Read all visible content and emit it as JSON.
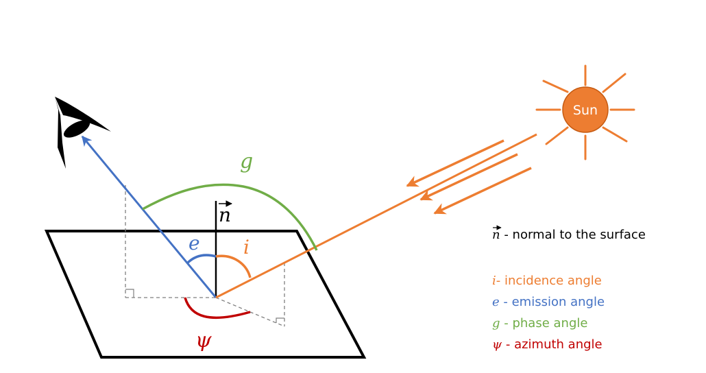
{
  "colors": {
    "orange": "#ed7d31",
    "blue": "#4472c4",
    "green": "#70ad47",
    "red": "#c00000",
    "black": "#000000",
    "dash": "#7f7f7f",
    "sun_fill": "#ed7d31",
    "sun_text": "#ffffff"
  },
  "icons": {
    "eye": "eye-icon",
    "sun": "sun-icon"
  },
  "sun": {
    "label": "Sun"
  },
  "labels": {
    "normal": "n",
    "emission": "e",
    "incidence": "i",
    "phase": "g",
    "azimuth": "ψ"
  },
  "legend": {
    "normal": {
      "symbol": "n",
      "text": " - normal to the surface"
    },
    "items": [
      {
        "symbol": "i",
        "text": "- incidence angle"
      },
      {
        "symbol": "e",
        "text": " - emission angle"
      },
      {
        "symbol": "g",
        "text": " - phase angle"
      },
      {
        "symbol": "ψ",
        "text": " - azimuth angle"
      }
    ]
  }
}
